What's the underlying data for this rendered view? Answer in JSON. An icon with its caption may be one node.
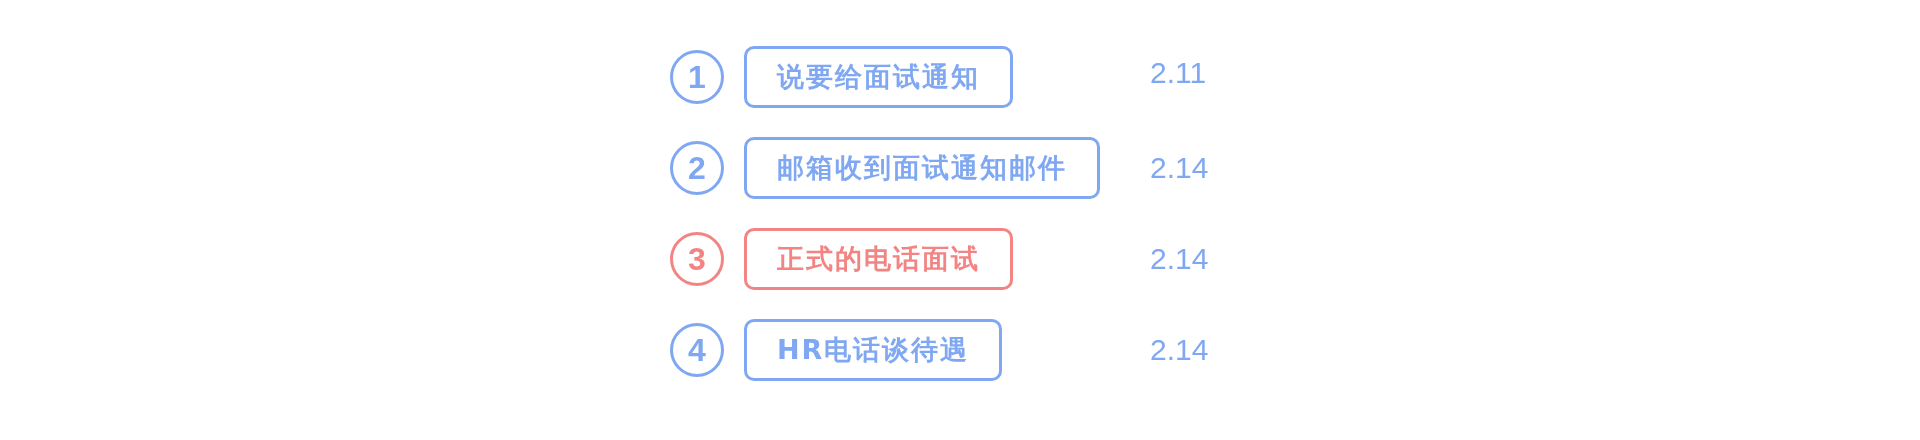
{
  "diagram": {
    "nodes": [
      {
        "text": [
          "1"
        ]
      },
      {
        "text": [
          "说要给面试通知"
        ]
      },
      {
        "text": [
          "2"
        ]
      },
      {
        "text": [
          "邮箱收到面试通知邮件"
        ]
      },
      {
        "text": [
          "3"
        ]
      },
      {
        "text": [
          "正式的电话面试"
        ]
      },
      {
        "text": [
          "4"
        ]
      },
      {
        "text": [
          "HR电话谈待遇"
        ]
      }
    ],
    "labels": [
      "2.11",
      "2.14",
      "2.14",
      "2.14"
    ]
  }
}
